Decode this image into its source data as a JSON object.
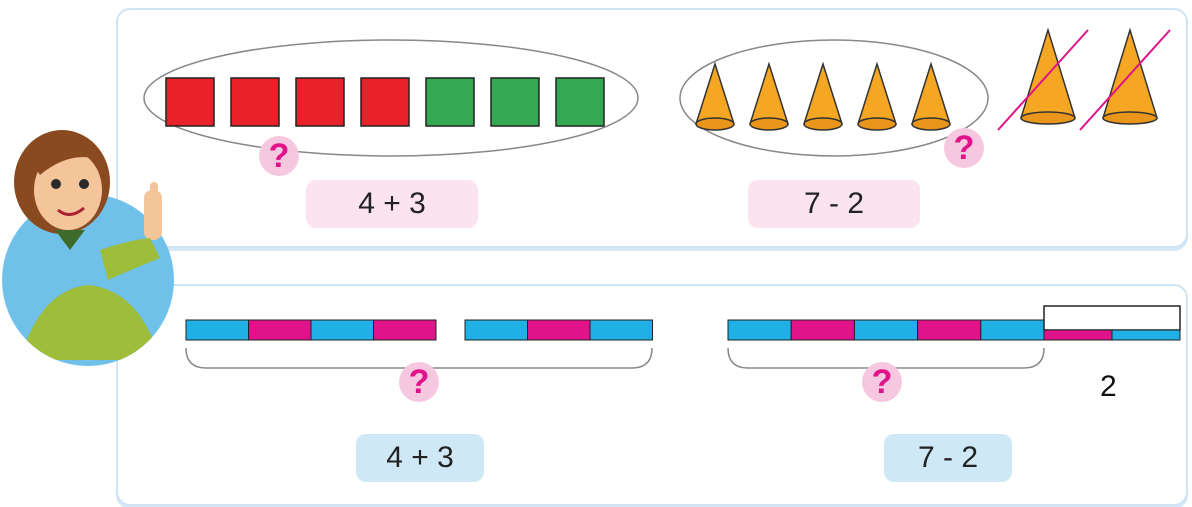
{
  "top_panel": {
    "squares_colors": [
      "#e8212b",
      "#e8212b",
      "#e8212b",
      "#e8212b",
      "#35a853",
      "#35a853",
      "#35a853"
    ],
    "cones_in_group": 5,
    "cones_crossed": 2,
    "question_mark": "?",
    "expression_left": "4 + 3",
    "expression_right": "7 - 2"
  },
  "bottom_panel": {
    "left_bar_group_1": [
      "#1fb0e6",
      "#e0138a",
      "#1fb0e6",
      "#e0138a"
    ],
    "left_bar_group_2": [
      "#1fb0e6",
      "#e0138a",
      "#1fb0e6"
    ],
    "right_bar": [
      "#1fb0e6",
      "#e0138a",
      "#1fb0e6",
      "#e0138a",
      "#1fb0e6"
    ],
    "right_removed": [
      "#e0138a",
      "#1fb0e6"
    ],
    "question_mark": "?",
    "removed_count": "2",
    "expression_left": "4 + 3",
    "expression_right": "7 - 2"
  },
  "colors": {
    "red": "#e8212b",
    "green": "#35a853",
    "orange": "#f5a623",
    "cyan": "#1fb0e6",
    "magenta": "#e0138a",
    "panel_border": "#cfe3f4"
  },
  "icons": {
    "teacher": "teacher-illustration",
    "cone": "cone-icon",
    "question": "question-mark-icon"
  }
}
